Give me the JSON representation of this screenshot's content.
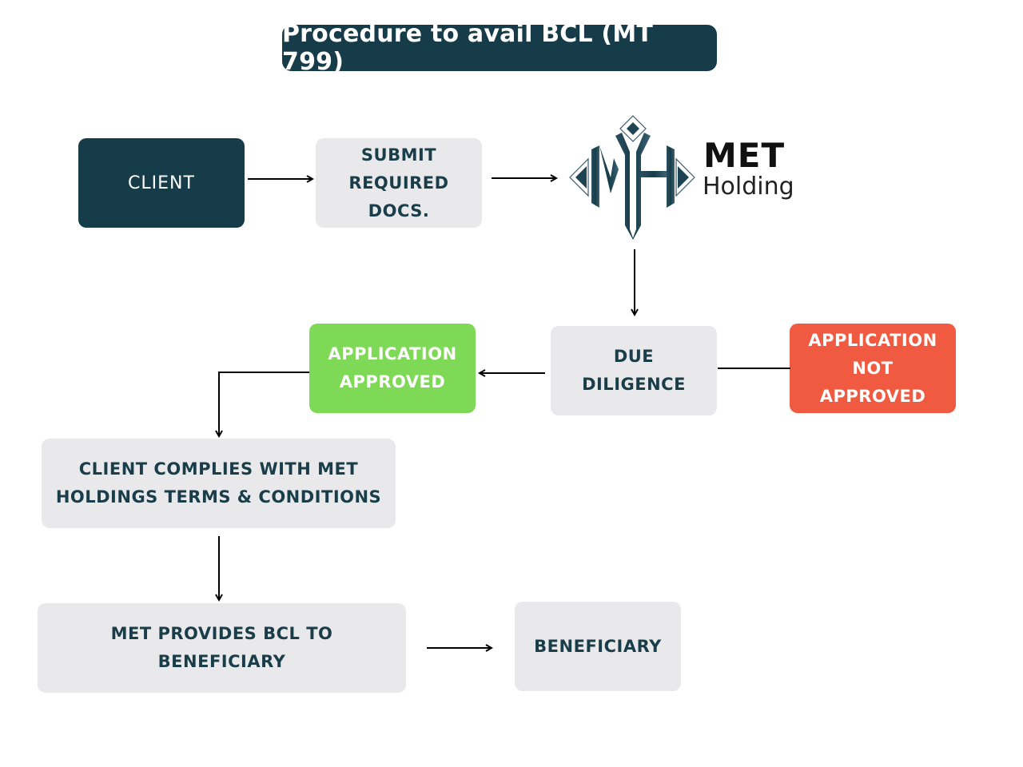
{
  "title": "Procedure to avail BCL (MT 799)",
  "colors": {
    "dark": "#173c49",
    "grey": "#e9e9eb",
    "approved": "#7ed957",
    "not_approved": "#f05a40",
    "text_dark": "#1a3d4a"
  },
  "logo": {
    "brand": "MET",
    "subtitle": "Holding"
  },
  "nodes": {
    "client": "CLIENT",
    "submit_docs": [
      "SUBMIT",
      "REQUIRED",
      "DOCS."
    ],
    "due_diligence": [
      "DUE",
      "DILIGENCE"
    ],
    "approved": [
      "APPLICATION",
      "APPROVED"
    ],
    "not_approved": [
      "APPLICATION",
      "NOT",
      "APPROVED"
    ],
    "complies": [
      "CLIENT COMPLIES WITH MET",
      "HOLDINGS TERMS & CONDITIONS"
    ],
    "provides": [
      "MET PROVIDES BCL TO",
      "BENEFICIARY"
    ],
    "beneficiary": "BENEFICIARY"
  },
  "edges": [
    {
      "from": "client",
      "to": "submit_docs"
    },
    {
      "from": "submit_docs",
      "to": "met_holding"
    },
    {
      "from": "met_holding",
      "to": "due_diligence"
    },
    {
      "from": "due_diligence",
      "to": "approved"
    },
    {
      "from": "due_diligence",
      "to": "not_approved"
    },
    {
      "from": "approved",
      "to": "complies"
    },
    {
      "from": "complies",
      "to": "provides"
    },
    {
      "from": "provides",
      "to": "beneficiary"
    }
  ]
}
